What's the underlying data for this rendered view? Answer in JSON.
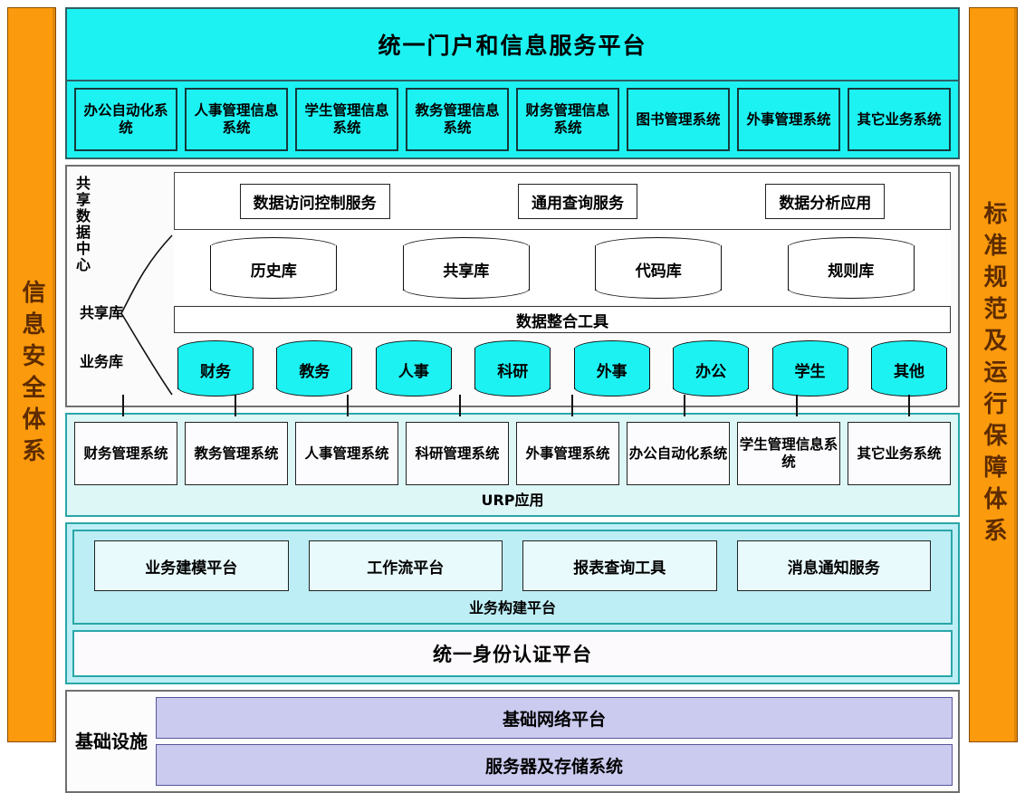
{
  "pillars": {
    "left": "信息安全体系",
    "right": "标准规范及运行保障体系"
  },
  "portal": {
    "title": "统一门户和信息服务平台",
    "apps": [
      "办公自动化系统",
      "人事管理信息系统",
      "学生管理信息系统",
      "教务管理信息系统",
      "财务管理信息系统",
      "图书管理系统",
      "外事管理系统",
      "其它业务系统"
    ]
  },
  "data_center": {
    "label": "共享数据中心",
    "services": [
      "数据访问控制服务",
      "通用查询服务",
      "数据分析应用"
    ],
    "shared_tag": "共享库",
    "shared_databases": [
      "历史库",
      "共享库",
      "代码库",
      "规则库"
    ],
    "integration_tool": "数据整合工具",
    "business_tag": "业务库",
    "business_databases": [
      "财务",
      "教务",
      "人事",
      "科研",
      "外事",
      "办公",
      "学生",
      "其他"
    ]
  },
  "urp": {
    "caption": "URP应用",
    "systems": [
      "财务管理系统",
      "教务管理系统",
      "人事管理系统",
      "科研管理系统",
      "外事管理系统",
      "办公自动化系统",
      "学生管理信息系统",
      "其它业务系统"
    ]
  },
  "business_platform": {
    "caption": "业务构建平台",
    "items": [
      "业务建模平台",
      "工作流平台",
      "报表查询工具",
      "消息通知服务"
    ],
    "auth_platform": "统一身份认证平台"
  },
  "infrastructure": {
    "label": "基础设施",
    "bars": [
      "基础网络平台",
      "服务器及存储系统"
    ]
  },
  "colors": {
    "pillar_orange": "#FB9A0C",
    "portal_cyan": "#1DF2F2",
    "teal_border": "#2AA6A8",
    "urp_bg": "#DDF6F6",
    "platform_bg": "#BDEEF5",
    "infra_purple": "#CBCBF0"
  }
}
